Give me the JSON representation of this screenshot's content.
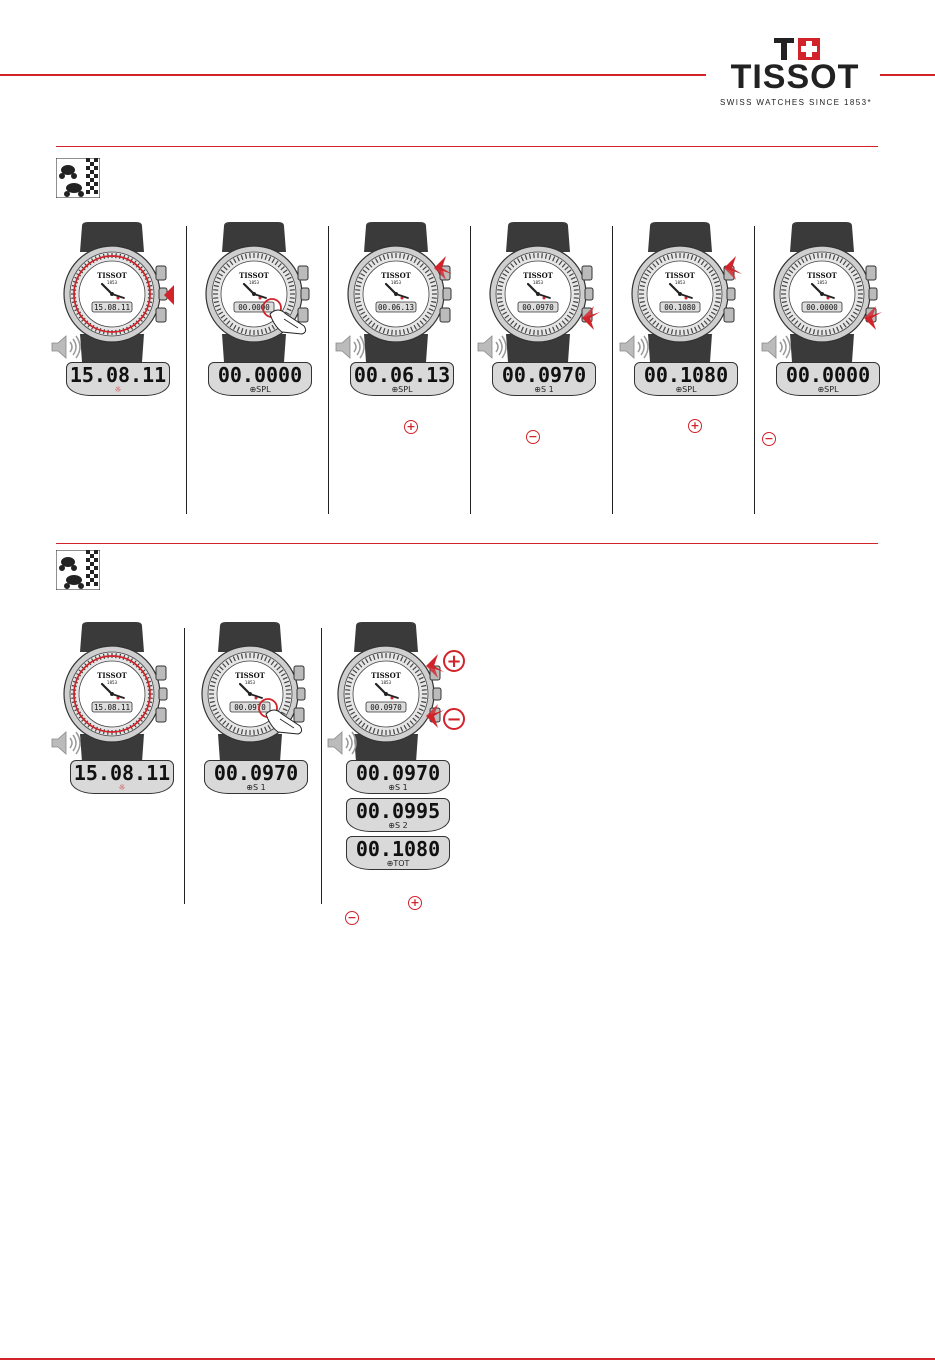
{
  "brand": {
    "name": "TISSOT",
    "tagline": "SWISS WATCHES SINCE 1853"
  },
  "colors": {
    "accent": "#d2232a",
    "lcd": "#d9d9d9",
    "strap": "#3a3a3a"
  },
  "watch_dial": {
    "brand": "TISSOT",
    "year": "1853"
  },
  "section1": {
    "icon": "racing-motorbike-flag-icon",
    "steps": [
      {
        "lcd": "15.08.11",
        "sub": "☼"
      },
      {
        "lcd": "00.0000",
        "sub": "⊕SPL"
      },
      {
        "lcd": "00.06.13",
        "sub": "⊕SPL"
      },
      {
        "lcd": "00.0970",
        "sub": "⊕S 1"
      },
      {
        "lcd": "00.1080",
        "sub": "⊕SPL"
      },
      {
        "lcd": "00.0000",
        "sub": "⊕SPL"
      }
    ]
  },
  "section2": {
    "icon": "racing-motorbike-flag-icon",
    "steps": [
      {
        "lcd": "15.08.11",
        "sub": "☼"
      },
      {
        "lcd": "00.0970",
        "sub": "⊕S 1"
      }
    ],
    "results": [
      {
        "lcd": "00.0970",
        "sub": "⊕S 1"
      },
      {
        "lcd": "00.0995",
        "sub": "⊕S 2"
      },
      {
        "lcd": "00.1080",
        "sub": "⊕TOT"
      }
    ]
  },
  "symbols": {
    "plus": "+",
    "minus": "−"
  }
}
